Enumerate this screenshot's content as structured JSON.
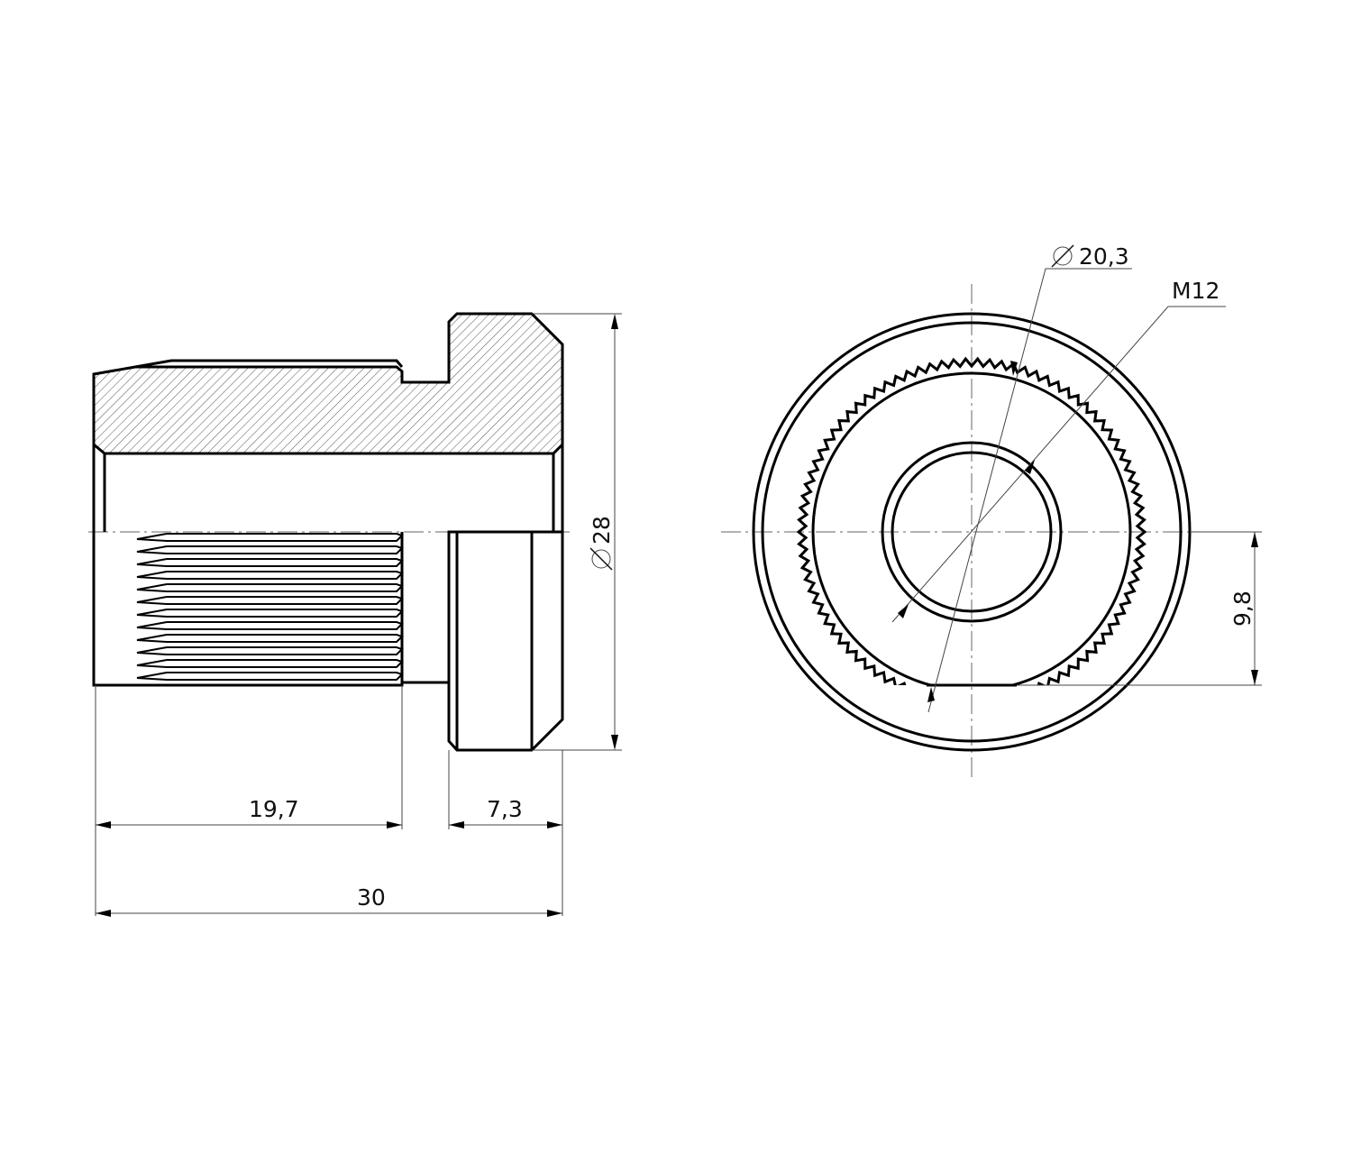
{
  "title": "Knurled threaded insert – technical drawing",
  "dimensions": {
    "diameter_28": "28",
    "length_19_7": "19,7",
    "length_7_3": "7,3",
    "length_30": "30",
    "diameter_20_3": "20,3",
    "thread_m12": "M12",
    "height_9_8": "9,8"
  },
  "symbols": {
    "diameter": "diameter-symbol"
  },
  "colors": {
    "line": "#000000",
    "hatch": "#555555"
  }
}
